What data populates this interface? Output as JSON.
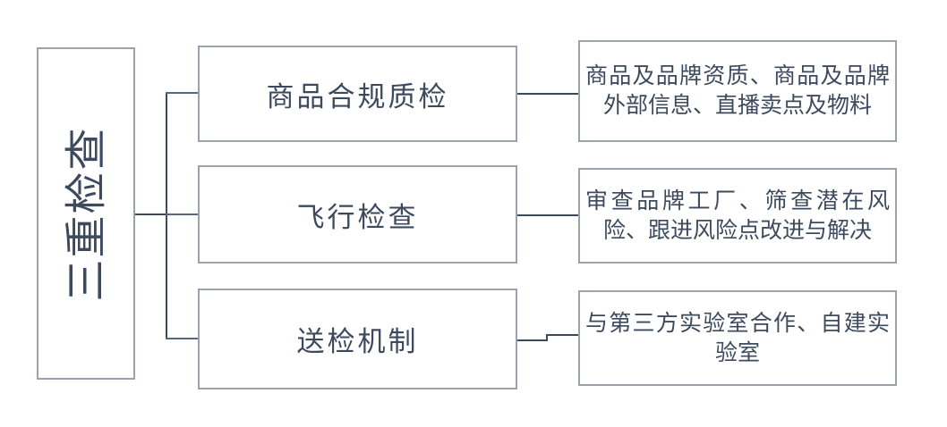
{
  "diagram": {
    "type": "bracket-tree",
    "title": "三重检查",
    "root": {
      "label": "三重检查",
      "orientation": "vertical-rotated"
    },
    "branches": [
      {
        "category": "商品合规质检",
        "detail": "商品及品牌资质、商品及品牌外部信息、直播卖点及物料"
      },
      {
        "category": "飞行检查",
        "detail": "审查品牌工厂、筛查潜在风险、跟进风险点改进与解决"
      },
      {
        "category": "送检机制",
        "detail": "与第三方实验室合作、自建实验室"
      }
    ],
    "colors": {
      "box_border": "#9aa2ae",
      "text": "#3d4a5e",
      "connector": "#3d4a5e",
      "background": "#ffffff"
    }
  }
}
